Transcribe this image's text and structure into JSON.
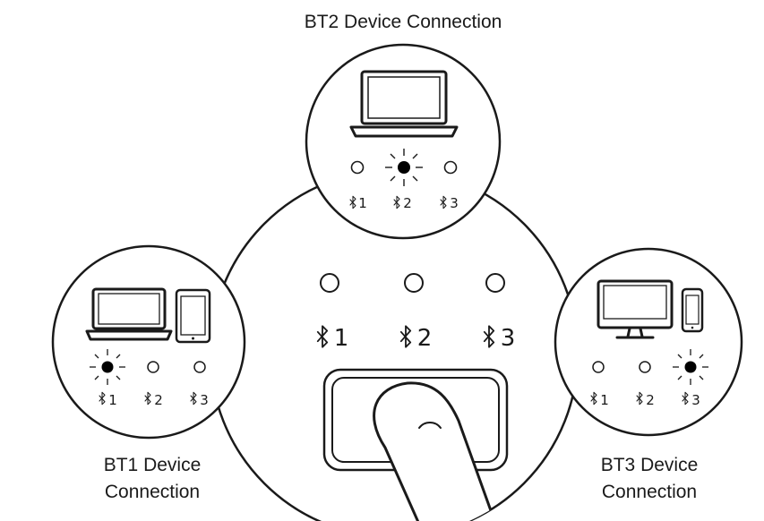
{
  "captions": {
    "bt1": [
      "BT1 Device",
      "Connection"
    ],
    "bt2": "BT2 Device Connection",
    "bt3": [
      "BT3 Device",
      "Connection"
    ]
  },
  "main_channels": [
    "1",
    "2",
    "3"
  ],
  "bt1_panel": {
    "channels": [
      "1",
      "2",
      "3"
    ],
    "active": 1,
    "devices": [
      "laptop-icon",
      "tablet-icon"
    ]
  },
  "bt2_panel": {
    "channels": [
      "1",
      "2",
      "3"
    ],
    "active": 2,
    "devices": [
      "laptop-icon"
    ]
  },
  "bt3_panel": {
    "channels": [
      "1",
      "2",
      "3"
    ],
    "active": 3,
    "devices": [
      "monitor-icon",
      "phone-icon"
    ]
  },
  "colors": {
    "line": "#1a1a1a",
    "background": "#ffffff"
  }
}
